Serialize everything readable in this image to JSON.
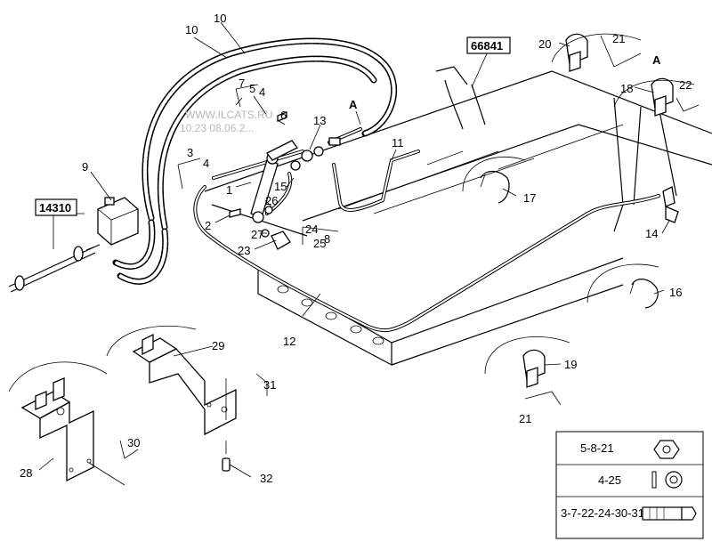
{
  "diagram": {
    "part_labels": [
      {
        "id": "p1",
        "text": "1"
      },
      {
        "id": "p2",
        "text": "2"
      },
      {
        "id": "p3",
        "text": "3"
      },
      {
        "id": "p4a",
        "text": "4"
      },
      {
        "id": "p4b",
        "text": "4"
      },
      {
        "id": "p5",
        "text": "5"
      },
      {
        "id": "p6",
        "text": "6"
      },
      {
        "id": "p7",
        "text": "7"
      },
      {
        "id": "p8",
        "text": "8"
      },
      {
        "id": "p9",
        "text": "9"
      },
      {
        "id": "p10a",
        "text": "10"
      },
      {
        "id": "p10b",
        "text": "10"
      },
      {
        "id": "p11",
        "text": "11"
      },
      {
        "id": "p12",
        "text": "12"
      },
      {
        "id": "p13",
        "text": "13"
      },
      {
        "id": "p14",
        "text": "14"
      },
      {
        "id": "p15",
        "text": "15"
      },
      {
        "id": "p16",
        "text": "16"
      },
      {
        "id": "p17",
        "text": "17"
      },
      {
        "id": "p18",
        "text": "18"
      },
      {
        "id": "p19",
        "text": "19"
      },
      {
        "id": "p20",
        "text": "20"
      },
      {
        "id": "p21a",
        "text": "21"
      },
      {
        "id": "p21b",
        "text": "21"
      },
      {
        "id": "p22",
        "text": "22"
      },
      {
        "id": "p23",
        "text": "23"
      },
      {
        "id": "p24",
        "text": "24"
      },
      {
        "id": "p25",
        "text": "25"
      },
      {
        "id": "p26",
        "text": "26"
      },
      {
        "id": "p27",
        "text": "27"
      },
      {
        "id": "p28",
        "text": "28"
      },
      {
        "id": "p29",
        "text": "29"
      },
      {
        "id": "p30",
        "text": "30"
      },
      {
        "id": "p31",
        "text": "31"
      },
      {
        "id": "p32",
        "text": "32"
      }
    ],
    "ref_boxes": [
      {
        "id": "box1",
        "text": "14310"
      },
      {
        "id": "box2",
        "text": "66841"
      }
    ],
    "view_markers": [
      {
        "id": "a1",
        "text": "A"
      },
      {
        "id": "a2",
        "text": "A"
      }
    ],
    "watermark": {
      "line1": "WWW.ILCATS.RU",
      "line2": "10:23 08.06.2..."
    }
  },
  "legend": {
    "rows": [
      {
        "text": "5-8-21",
        "icon": "hex-nut-icon"
      },
      {
        "text": "4-25",
        "icon": "washer-icon"
      },
      {
        "text": "3-7-22-24-30-31",
        "icon": "bolt-icon"
      }
    ]
  }
}
